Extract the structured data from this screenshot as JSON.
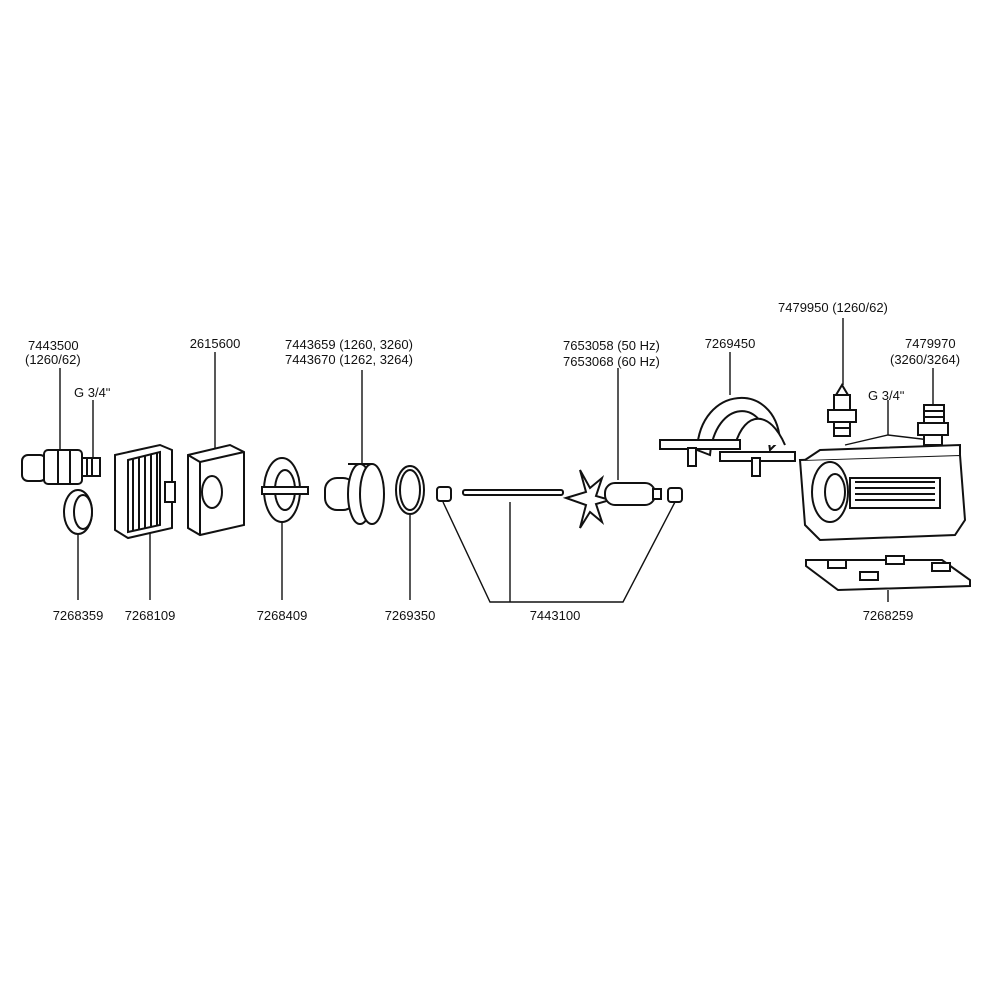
{
  "labels": {
    "p7443500": "7443500",
    "p7443500_note": "(1260/62)",
    "thread_left": "G 3/4ʺ",
    "p2615600": "2615600",
    "p7443659": "7443659 (1260, 3260)",
    "p7443670": "7443670 (1262, 3264)",
    "p7653058": "7653058 (50 Hz)",
    "p7653068": "7653068 (60 Hz)",
    "p7269450": "7269450",
    "p7479950": "7479950 (1260/62)",
    "p7479970": "7479970",
    "p7479970_note": "(3260/3264)",
    "thread_right": "G 3/4ʺ",
    "p7268359": "7268359",
    "p7268109": "7268109",
    "p7268409": "7268409",
    "p7269350": "7269350",
    "p7443100": "7443100",
    "p7268259": "7268259"
  }
}
